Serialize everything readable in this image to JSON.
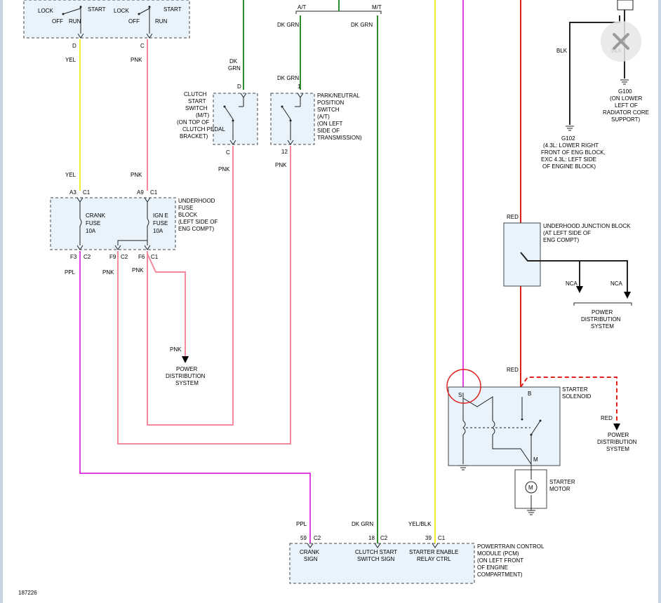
{
  "ignition": {
    "lock1": "LOCK",
    "start1": "START",
    "off1": "OFF",
    "run1": "RUN",
    "lock2": "LOCK",
    "start2": "START",
    "off2": "OFF",
    "run2": "RUN",
    "pinD": "D",
    "pinC": "C"
  },
  "wires": {
    "yel": "YEL",
    "pnk": "PNK",
    "ppl": "PPL",
    "dkgrn": "DK GRN",
    "dk": "DK",
    "grn": "GRN",
    "blk": "BLK",
    "red": "RED",
    "yelblk": "YEL/BLK",
    "at": "A/T",
    "mt": "M/T",
    "nca": "NCA"
  },
  "clutch_switch": {
    "pinD": "D",
    "pinC": "C",
    "l1": "CLUTCH",
    "l2": "START",
    "l3": "SWITCH",
    "l4": "(M/T)",
    "l5": "(ON TOP OF",
    "l6": "CLUTCH PEDAL",
    "l7": "BRACKET)"
  },
  "pn_switch": {
    "pin1": "1",
    "pin12": "12",
    "l1": "PARK/NEUTRAL",
    "l2": "POSITION",
    "l3": "SWITCH",
    "l4": "(A/T)",
    "l5": "(ON LEFT",
    "l6": "SIDE OF",
    "l7": "TRANSMISSION)"
  },
  "fuse_block": {
    "a3": "A3",
    "c1a": "C1",
    "a9": "A9",
    "c1b": "C1",
    "crank1": "CRANK",
    "crank2": "FUSE",
    "crank3": "10A",
    "ign1": "IGN E",
    "ign2": "FUSE",
    "ign3": "10A",
    "f3": "F3",
    "c2a": "C2",
    "f9": "F9",
    "c2b": "C2",
    "f6": "F6",
    "c1c": "C1",
    "l1": "UNDERHOOD",
    "l2": "FUSE",
    "l3": "BLOCK",
    "l4": "(LEFT SIDE OF",
    "l5": "ENG COMPT)"
  },
  "pds": {
    "l1": "POWER",
    "l2": "DISTRIBUTION",
    "l3": "SYSTEM"
  },
  "junction": {
    "l1": "UNDERHOOD JUNCTION BLOCK",
    "l2": "(AT LEFT SIDE OF",
    "l3": "ENG COMPT)"
  },
  "g100": {
    "name": "G100",
    "l1": "(ON LOWER",
    "l2": "LEFT OF",
    "l3": "RADIATOR CORE",
    "l4": "SUPPORT)"
  },
  "g102": {
    "name": "G102",
    "l1": "(4.3L: LOWER RIGHT",
    "l2": "FRONT OF ENG BLOCK,",
    "l3": "EXC 4.3L: LEFT SIDE",
    "l4": "OF ENGINE BLOCK)"
  },
  "solenoid": {
    "s": "S",
    "b": "B",
    "m": "M",
    "l1": "STARTER",
    "l2": "SOLENOID"
  },
  "motor": {
    "symbol": "M",
    "l1": "STARTER",
    "l2": "MOTOR"
  },
  "pcm": {
    "p59": "59",
    "c2a": "C2",
    "p18": "18",
    "c2b": "C2",
    "p39": "39",
    "c1": "C1",
    "crank1": "CRANK",
    "crank2": "SIGN",
    "clutch1": "CLUTCH START",
    "clutch2": "SWITCH SIGN",
    "relay1": "STARTER ENABLE",
    "relay2": "RELAY CTRL",
    "l1": "POWERTRAIN CONTROL",
    "l2": "MODULE (PCM)",
    "l3": "(ON LEFT FRONT",
    "l4": "OF ENGINE",
    "l5": "COMPARTMENT)"
  },
  "footer": {
    "ref": "187226"
  },
  "colors": {
    "yellow": "#f2ee2e",
    "pink": "#f48a9c",
    "purple": "#e040e0",
    "green": "#2b8c2b",
    "red": "#e0201c",
    "black": "#222222",
    "box": "#e8f3fb",
    "highlight": "#e0201c"
  }
}
